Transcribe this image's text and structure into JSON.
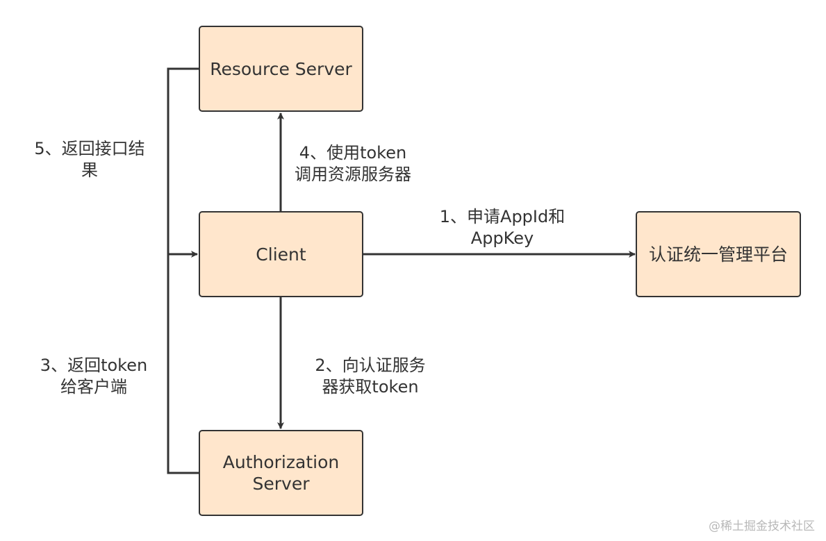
{
  "nodes": {
    "resource_server": "Resource Server",
    "client": "Client",
    "auth_platform": "认证统一管理平台",
    "authorization_server": "Authorization\nServer"
  },
  "edges": {
    "step1": "1、申请AppId和\nAppKey",
    "step2": "2、向认证服务\n器获取token",
    "step3": "3、返回token\n给客户端",
    "step4": "4、使用token\n调用资源服务器",
    "step5": "5、返回接口结\n果"
  },
  "colors": {
    "box_fill": "#ffe6cc",
    "stroke": "#333333"
  },
  "watermark": "@稀土掘金技术社区"
}
